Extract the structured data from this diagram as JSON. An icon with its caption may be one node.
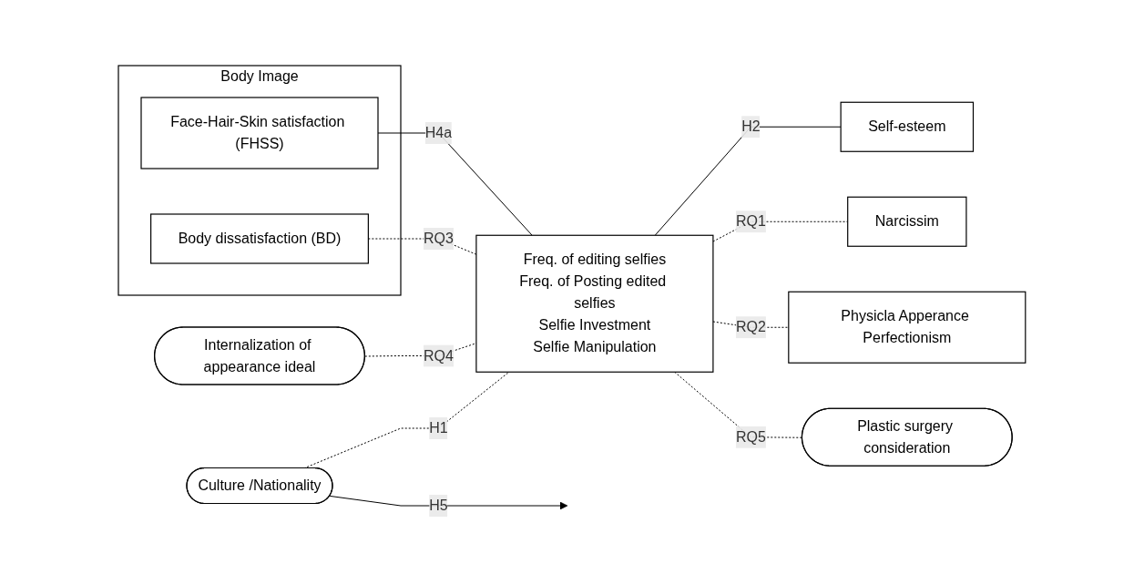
{
  "diagram": {
    "nodes": [
      {
        "text": [
          "Internalization of appearance ideal"
        ]
      },
      {
        "text": [
          "Freq. of editing selfies",
          "Freq. of Posting edited selfies",
          "Selfie Investment",
          "Selfie Manipulation"
        ]
      },
      {
        "text": [
          "Self-esteem"
        ]
      },
      {
        "text": [
          "Culture /Nationality"
        ]
      },
      {
        "text": [
          "Narcissim"
        ]
      },
      {
        "text": [
          "Physicla Apperance Perfectionism"
        ]
      },
      {
        "text": [
          "Body Image"
        ]
      },
      {
        "text": [
          "Face-Hair-Skin satisfaction (FHSS)"
        ],
        "in": 6
      },
      {
        "text": [
          "Body dissatisfaction (BD)"
        ],
        "in": 6
      },
      {
        "text": [
          "Plastic surgery consideration"
        ]
      }
    ],
    "edges": [
      {
        "from": 0,
        "to": 1,
        "arrow": "none",
        "label": "RQ4",
        "style": "dashed"
      },
      {
        "from": 1,
        "to": 2,
        "arrow": "none",
        "label": "H2"
      },
      {
        "from": 3,
        "to": 1,
        "arrow": "none",
        "label": "H1",
        "style": "dashed"
      },
      {
        "from": 1,
        "to": 4,
        "arrow": "none",
        "label": "RQ1",
        "style": "dashed"
      },
      {
        "from": 1,
        "to": 5,
        "arrow": "none",
        "label": "RQ2",
        "style": "dashed"
      },
      {
        "from": 3,
        "to": null,
        "arrow": "to",
        "label": "H5"
      },
      {
        "from": 7,
        "to": 1,
        "arrow": "none",
        "label": "H4a"
      },
      {
        "from": 8,
        "to": 1,
        "arrow": "none",
        "label": "RQ3",
        "style": "dashed"
      },
      {
        "from": 1,
        "to": 9,
        "arrow": "none",
        "label": "RQ5",
        "style": "dashed"
      }
    ]
  }
}
